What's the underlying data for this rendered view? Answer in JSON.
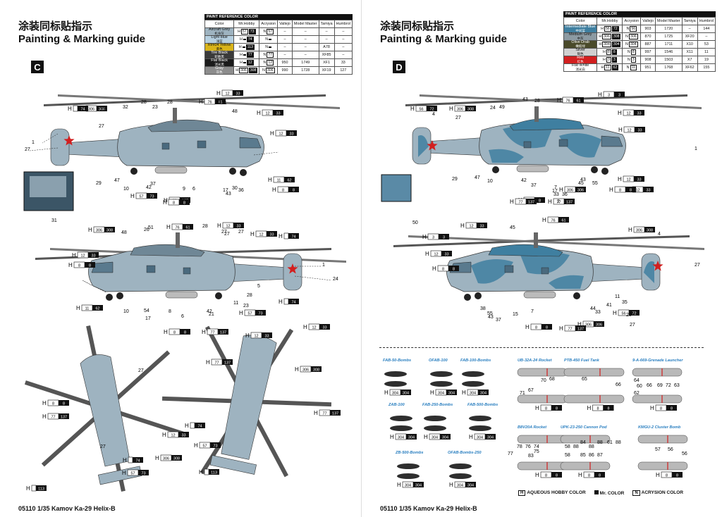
{
  "left": {
    "title_cn": "涂装同标贴指示",
    "title_en": "Painting & Marking guide",
    "badge": "C",
    "footer": "05110 1/35 Kamov Ka-29 Helix-B",
    "table": {
      "caption": "PAINT REFERENCE COLOR",
      "headers": [
        "Color",
        "Mr.Hobby",
        "Acrysion",
        "Vallejo",
        "Model Master",
        "Tamiya",
        "Humbrol"
      ],
      "rows": [
        {
          "name": "Aircraft Grey",
          "sub": "机身灰",
          "swatch": "#9eb3c0",
          "h": "H",
          "hn": "57",
          "hc": "73",
          "n": "N",
          "nn": "57",
          "v": "–",
          "mm": "–",
          "t": "–",
          "hu": "–"
        },
        {
          "name": "Light blue",
          "sub": "浅蓝",
          "swatch": "#b5cfe0",
          "h": "H",
          "hn": "",
          "hc": "74",
          "n": "N",
          "nn": "",
          "v": "–",
          "mm": "–",
          "t": "–",
          "hu": "–"
        },
        {
          "name": "Rlm04 Yellow",
          "sub": "黄色",
          "swatch": "#d9b41a",
          "h": "H",
          "hn": "",
          "hc": "113",
          "n": "N",
          "nn": "",
          "v": "–",
          "mm": "–",
          "t": "A78",
          "hu": "–"
        },
        {
          "name": "Tire Black",
          "sub": "轮胎黑",
          "swatch": "#3a3a3a",
          "h": "H",
          "hn": "",
          "hc": "77",
          "n": "N",
          "nn": "77",
          "v": "–",
          "mm": "–",
          "t": "XF85",
          "hu": "–"
        },
        {
          "name": "Flat Black",
          "sub": "消光黑",
          "swatch": "#1a1a1a",
          "h": "H",
          "hn": "",
          "hc": "12",
          "n": "N",
          "nn": "12",
          "v": "950",
          "mm": "1749",
          "t": "XF1",
          "hu": "33"
        },
        {
          "name": "Gray",
          "sub": "灰色",
          "swatch": "#8c8c8c",
          "h": "H",
          "hn": "306",
          "hc": "308",
          "n": "N",
          "nn": "306",
          "v": "990",
          "mm": "1728",
          "t": "XF19",
          "hu": "127"
        }
      ]
    },
    "callouts": [
      {
        "t": "H",
        "a": "306",
        "b": "308"
      },
      {
        "t": "H",
        "a": "",
        "b": "74"
      },
      {
        "t": "H",
        "a": "12",
        "b": "33"
      },
      {
        "t": "H",
        "a": "76",
        "b": "61"
      },
      {
        "t": "H",
        "a": "12",
        "b": "33"
      },
      {
        "t": "H",
        "a": "12",
        "b": "33"
      },
      {
        "t": "H",
        "a": "11",
        "b": "62"
      },
      {
        "t": "H",
        "a": "8",
        "b": "8"
      },
      {
        "t": "H",
        "a": "57",
        "b": "73"
      },
      {
        "t": "H",
        "a": "77",
        "b": "137"
      },
      {
        "t": "H",
        "a": "8",
        "b": "8"
      },
      {
        "t": "H",
        "a": "306",
        "b": "308"
      },
      {
        "t": "H",
        "a": "76",
        "b": "61"
      },
      {
        "t": "H",
        "a": "12",
        "b": "33"
      },
      {
        "t": "H",
        "a": "12",
        "b": "33"
      },
      {
        "t": "H",
        "a": "",
        "b": "74"
      },
      {
        "t": "H",
        "a": "12",
        "b": "33"
      },
      {
        "t": "H",
        "a": "8",
        "b": "8"
      },
      {
        "t": "H",
        "a": "11",
        "b": "62"
      },
      {
        "t": "H",
        "a": "",
        "b": "74"
      },
      {
        "t": "H",
        "a": "57",
        "b": "73"
      },
      {
        "t": "H",
        "a": "8",
        "b": "8"
      },
      {
        "t": "H",
        "a": "77",
        "b": "137"
      },
      {
        "t": "H",
        "a": "12",
        "b": "33"
      },
      {
        "t": "H",
        "a": "12",
        "b": "33"
      },
      {
        "t": "H",
        "a": "77",
        "b": "137"
      },
      {
        "t": "H",
        "a": "306",
        "b": "308"
      },
      {
        "t": "H",
        "a": "8",
        "b": "8"
      },
      {
        "t": "H",
        "a": "77",
        "b": "137"
      },
      {
        "t": "H",
        "a": "",
        "b": "74"
      },
      {
        "t": "H",
        "a": "57",
        "b": "73"
      },
      {
        "t": "H",
        "a": "12",
        "b": "33"
      },
      {
        "t": "H",
        "a": "77",
        "b": "137"
      },
      {
        "t": "H",
        "a": "",
        "b": "74"
      },
      {
        "t": "H",
        "a": "306",
        "b": "308"
      },
      {
        "t": "H",
        "a": "57",
        "b": "73"
      },
      {
        "t": "H",
        "a": "",
        "b": "113"
      },
      {
        "t": "H",
        "a": "",
        "b": "113"
      }
    ],
    "numbers": [
      "1",
      "27",
      "27",
      "32",
      "28",
      "23",
      "28",
      "51",
      "26",
      "48",
      "27",
      "29",
      "47",
      "10",
      "42",
      "37",
      "9",
      "6",
      "17",
      "30",
      "36",
      "43",
      "31",
      "48",
      "26",
      "51",
      "28",
      "27",
      "27",
      "27",
      "1",
      "24",
      "10",
      "54",
      "17",
      "6",
      "8",
      "42",
      "21",
      "5",
      "23",
      "11",
      "28",
      "27",
      "27"
    ]
  },
  "right": {
    "title_cn": "涂装同标贴指示",
    "title_en": "Painting & Marking guide",
    "badge": "D",
    "footer": "05110 1/35 Kamov Ka-29 Helix-B",
    "table": {
      "caption": "PAINT REFERENCE COLOR",
      "headers": [
        "Color",
        "Mr.Hobby",
        "Acrysion",
        "Vallejo",
        "Model Master",
        "Tamiya",
        "Humbrol"
      ],
      "rows": [
        {
          "name": "Intermediate Blue",
          "sub": "中间蓝",
          "swatch": "#3f7fa0",
          "h": "H",
          "hn": "56",
          "hc": "72",
          "n": "N",
          "nn": "56",
          "v": "903",
          "mm": "1720",
          "t": "–",
          "hu": "144"
        },
        {
          "name": "Medium Grey",
          "sub": "中灰",
          "swatch": "#8c9aa2",
          "h": "H",
          "hn": "306",
          "hc": "308",
          "n": "N",
          "nn": "306",
          "v": "870",
          "mm": "1725",
          "t": "XF20",
          "hu": "–"
        },
        {
          "name": "Olive Drab",
          "sub": "橄榄绿",
          "swatch": "#4a4a2a",
          "h": "H",
          "hn": "304",
          "hc": "304",
          "n": "N",
          "nn": "304",
          "v": "887",
          "mm": "1711",
          "t": "X10",
          "hu": "53"
        },
        {
          "name": "Silver",
          "sub": "银色",
          "swatch": "#d0d0d0",
          "h": "H",
          "hn": "8",
          "hc": "8",
          "n": "N",
          "nn": "8",
          "v": "997",
          "mm": "1546",
          "t": "X11",
          "hu": "11"
        },
        {
          "name": "Red",
          "sub": "红色",
          "swatch": "#d21f1f",
          "h": "H",
          "hn": "3",
          "hc": "3",
          "n": "N",
          "nn": "3",
          "v": "908",
          "mm": "1503",
          "t": "X7",
          "hu": "19"
        },
        {
          "name": "Flat White",
          "sub": "消光白",
          "swatch": "#ffffff",
          "h": "H",
          "hn": "11",
          "hc": "62",
          "n": "N",
          "nn": "11",
          "v": "951",
          "mm": "1768",
          "t": "XF62",
          "hu": "155"
        }
      ]
    },
    "weapons": [
      {
        "label": "FAB-50-Bombs",
        "code": "304"
      },
      {
        "label": "OFAB-100",
        "code": "304"
      },
      {
        "label": "FAB-100-Bombs",
        "code": "304"
      },
      {
        "label": "UB-32A-24 Rocket",
        "code": "8"
      },
      {
        "label": "PTB-450 Fuel Tank",
        "code": "8"
      },
      {
        "label": "9-A-669-Grenade Launcher",
        "code": "8"
      },
      {
        "label": "ZAB-100",
        "code": "304"
      },
      {
        "label": "FAB-250-Bombs",
        "code": "304"
      },
      {
        "label": "FAB-500-Bombs",
        "code": "304"
      },
      {
        "label": "B8V20A Rocket",
        "code": "8"
      },
      {
        "label": "UPK-23-250 Cannon Pod",
        "code": "8"
      },
      {
        "label": "KMGU-2 Cluster Bomb",
        "code": "8"
      },
      {
        "label": "ZB-500-Bombs",
        "code": "304"
      },
      {
        "label": "OFAB-Bombs-250",
        "code": "304"
      }
    ],
    "legend": {
      "aqueous": "AQUEOUS HOBBY COLOR",
      "mr": "Mr. COLOR",
      "acrysion": "ACRYSION COLOR",
      "h": "H",
      "n": "N"
    },
    "callouts": [
      {
        "t": "H",
        "a": "306",
        "b": "308"
      },
      {
        "t": "H",
        "a": "56",
        "b": "72"
      },
      {
        "t": "H",
        "a": "3",
        "b": "3"
      },
      {
        "t": "H",
        "a": "76",
        "b": "61"
      },
      {
        "t": "H",
        "a": "12",
        "b": "33"
      },
      {
        "t": "H",
        "a": "12",
        "b": "33"
      },
      {
        "t": "H",
        "a": "12",
        "b": "33"
      },
      {
        "t": "H",
        "a": "12",
        "b": "33"
      },
      {
        "t": "H",
        "a": "8",
        "b": "8"
      },
      {
        "t": "H",
        "a": "306",
        "b": "306"
      },
      {
        "t": "H",
        "a": "77",
        "b": "137"
      },
      {
        "t": "H",
        "a": "8",
        "b": "8"
      },
      {
        "t": "H",
        "a": "77",
        "b": "137"
      },
      {
        "t": "H",
        "a": "76",
        "b": "61"
      },
      {
        "t": "H",
        "a": "306",
        "b": "308"
      },
      {
        "t": "H",
        "a": "12",
        "b": "33"
      },
      {
        "t": "H",
        "a": "3",
        "b": "3"
      },
      {
        "t": "H",
        "a": "12",
        "b": "33"
      },
      {
        "t": "H",
        "a": "8",
        "b": "8"
      },
      {
        "t": "H",
        "a": "56",
        "b": "72"
      },
      {
        "t": "H",
        "a": "306",
        "b": "306"
      },
      {
        "t": "H",
        "a": "8",
        "b": "8"
      },
      {
        "t": "H",
        "a": "77",
        "b": "137"
      }
    ],
    "weapon_numbers": [
      "71",
      "67",
      "70",
      "68",
      "65",
      "66",
      "64",
      "60",
      "66",
      "69",
      "72",
      "63",
      "62",
      "77",
      "78",
      "76",
      "83",
      "74",
      "75",
      "58",
      "88",
      "84",
      "88",
      "88",
      "61",
      "88",
      "58",
      "85",
      "86",
      "87",
      "57",
      "56",
      "56"
    ],
    "numbers": [
      "4",
      "28",
      "43",
      "24",
      "49",
      "27",
      "29",
      "47",
      "10",
      "42",
      "37",
      "43",
      "45",
      "55",
      "1",
      "7",
      "17",
      "33",
      "36",
      "2",
      "50",
      "45",
      "4",
      "27",
      "38",
      "55",
      "43",
      "37",
      "15",
      "7",
      "44",
      "33",
      "11",
      "41",
      "35",
      "20",
      "27"
    ]
  },
  "colors": {
    "accent_blue": "#2a7fc0",
    "heli_grey": "#9eb3c0",
    "heli_camo_dark": "#3f7fa0",
    "heli_camo_light": "#9eb3c0",
    "star_red": "#d21f1f",
    "black": "#111111",
    "tail_yellow": "#d9b41a"
  }
}
